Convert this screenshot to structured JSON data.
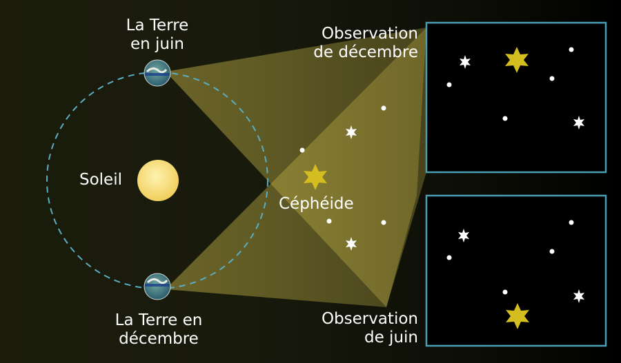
{
  "labels": {
    "earth_june_line1": "La Terre",
    "earth_june_line2": "en juin",
    "earth_december_line1": "La Terre en",
    "earth_december_line2": "décembre",
    "sun": "Soleil",
    "cepheid": "Céphéide",
    "obs_december_line1": "Observation",
    "obs_december_line2": "de décembre",
    "obs_june_line1": "Observation",
    "obs_june_line2": "de juin"
  },
  "colors": {
    "background": "#1a1a0c",
    "orbit": "#5aaec4",
    "sun": "#f6dc7c",
    "cepheid_star": "#d4bd1e",
    "sight_cone": "#c9b84a",
    "panel_border": "#4a9fb5",
    "panel_fill": "#000000",
    "star": "#ffffff"
  }
}
